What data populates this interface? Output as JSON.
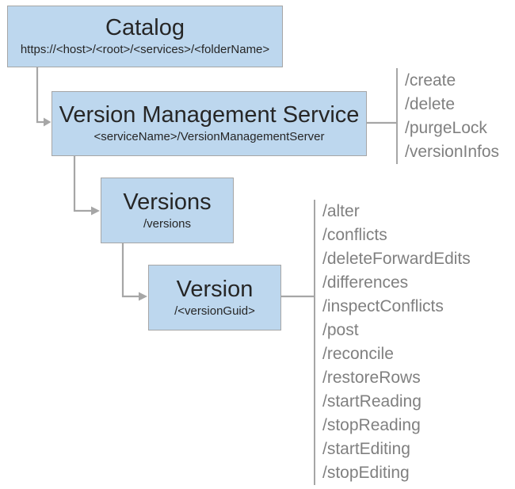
{
  "colors": {
    "box_fill": "#bdd7ee",
    "box_border": "#a6a6a6",
    "title_text": "#262626",
    "endpoint_text": "#808080",
    "connector_line": "#a6a6a6",
    "background": "#ffffff"
  },
  "catalog": {
    "title": "Catalog",
    "subtitle": "https://<host>/<root>/<services>/<folderName>"
  },
  "vms": {
    "title": "Version Management Service",
    "subtitle": "<serviceName>/VersionManagementServer",
    "endpoints": [
      "/create",
      "/delete",
      "/purgeLock",
      "/versionInfos"
    ]
  },
  "versions": {
    "title": "Versions",
    "subtitle": "/versions"
  },
  "version": {
    "title": "Version",
    "subtitle": "/<versionGuid>",
    "endpoints": [
      "/alter",
      "/conflicts",
      "/deleteForwardEdits",
      "/differences",
      "/inspectConflicts",
      "/post",
      "/reconcile",
      "/restoreRows",
      "/startReading",
      "/stopReading",
      "/startEditing",
      "/stopEditing"
    ]
  }
}
